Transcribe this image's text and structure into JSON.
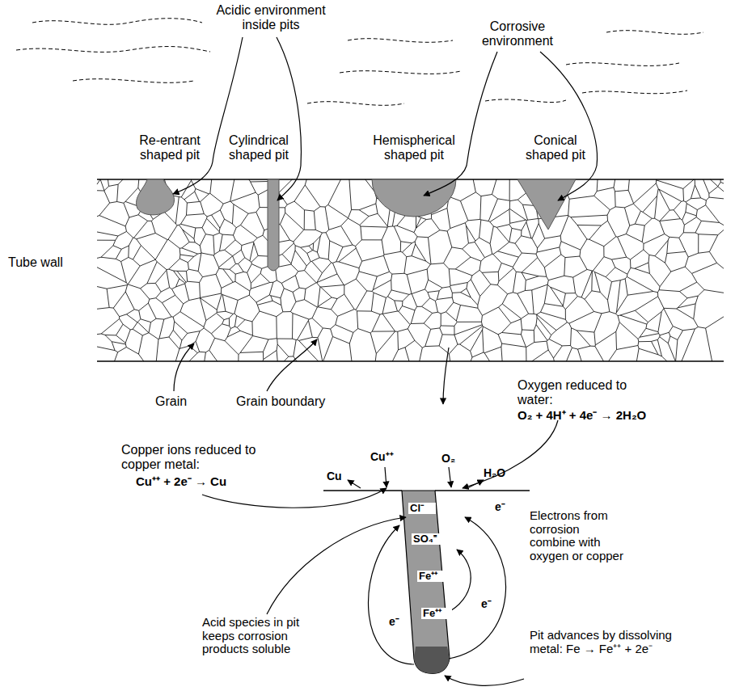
{
  "diagram": {
    "labels": [
      "Acidic environment inside pits",
      "Corrosive environment",
      "Re-entrant shaped pit",
      "Cylindrical shaped pit",
      "Hemispherical shaped pit",
      "Conical shaped pit",
      "Tube wall",
      "Grain",
      "Grain boundary",
      "Oxygen reduced to water:",
      "O₂ + 4H⁺ + 4e⁻ → 2H₂O",
      "Copper ions reduced to copper metal:",
      "Cu⁺⁺ + 2e⁻ → Cu",
      "Cu",
      "Cu⁺⁺",
      "O₂",
      "H₂O",
      "Cl⁻",
      "SO₄⁼",
      "Fe⁺⁺",
      "Fe⁺⁺",
      "e⁻",
      "e⁻",
      "e⁻",
      "Electrons from corrosion combine with oxygen or copper",
      "Acid species in pit keeps corrosion products soluble",
      "Pit advances by dissolving metal: Fe → Fe⁺⁺ + 2e⁻"
    ]
  }
}
